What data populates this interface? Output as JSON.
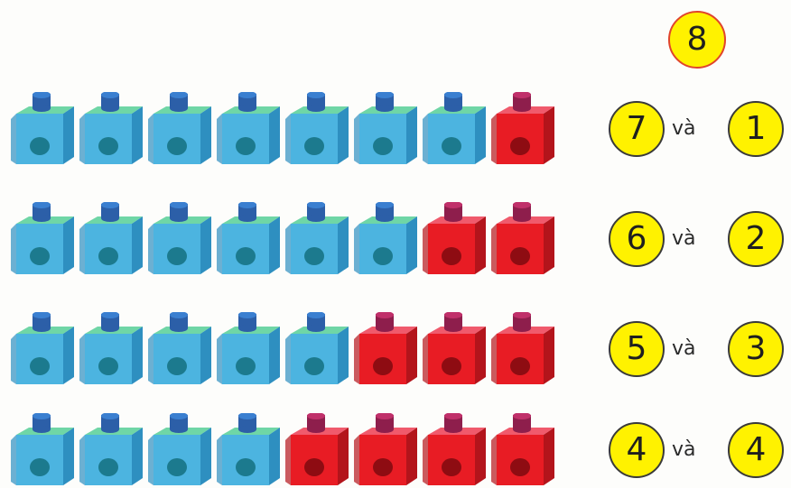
{
  "total": "8",
  "conjunction": "và",
  "colors": {
    "blue_face": "#4cb4e0",
    "blue_top": "#6fd6a6",
    "blue_side": "#2e8fc0",
    "red_face": "#e81c24",
    "red_top": "#f05a6c",
    "red_side": "#b3141b",
    "circle_fill": "#fff200"
  },
  "rows": [
    {
      "blue_count": 7,
      "red_count": 1,
      "left": "7",
      "right": "1"
    },
    {
      "blue_count": 6,
      "red_count": 2,
      "left": "6",
      "right": "2"
    },
    {
      "blue_count": 5,
      "red_count": 3,
      "left": "5",
      "right": "3"
    },
    {
      "blue_count": 4,
      "red_count": 4,
      "left": "4",
      "right": "4"
    }
  ]
}
